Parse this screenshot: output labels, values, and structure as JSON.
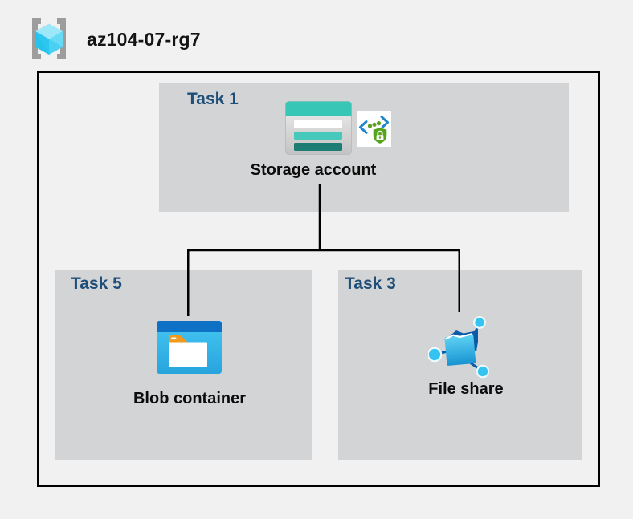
{
  "header": {
    "title": "az104-07-rg7"
  },
  "tasks": {
    "task1": {
      "label": "Task 1",
      "item": "Storage account"
    },
    "task5": {
      "label": "Task 5",
      "item": "Blob container"
    },
    "task3": {
      "label": "Task 3",
      "item": "File share"
    }
  },
  "icons": {
    "resource_group": "brackets-with-cube",
    "storage_account": "teal-striped-table",
    "secure_access": "code-chevrons-with-shield-lock",
    "blob_container": "blue-window-with-folder",
    "file_share": "folder-with-network-nodes"
  },
  "connections": [
    {
      "from": "storage-account",
      "to": "blob-container"
    },
    {
      "from": "storage-account",
      "to": "file-share"
    }
  ],
  "colors": {
    "page_bg": "#f1f1f2",
    "task_box_bg": "#d3d4d5",
    "task_label": "#1f4e79",
    "item_label": "#0c0c0c",
    "outer_border": "#000000",
    "connector": "#000000",
    "storage_teal": "#38c7b6",
    "storage_teal_dark": "#1d7d74",
    "blob_bar_blue": "#0f71c5",
    "cyan_node": "#35c4f1",
    "shield_green": "#56a41b",
    "folder_tab_orange": "#f29a1e",
    "bracket_gray": "#9d9d9d"
  }
}
